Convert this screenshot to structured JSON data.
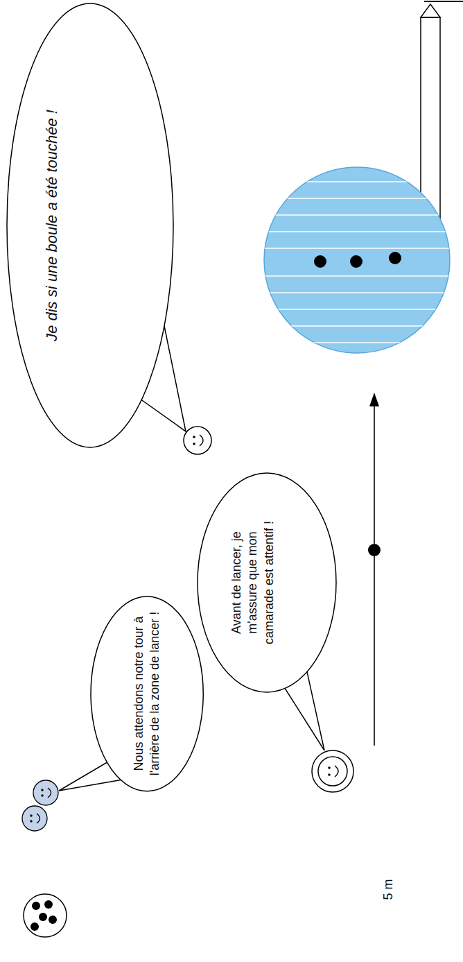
{
  "diagram": {
    "nodes": [
      {
        "text": [
          "Je dis si une boule a été touchée !"
        ]
      },
      {
        "text": [
          "Avant de lancer, je m'assure que mon camarade est attentif !"
        ]
      },
      {
        "text": [
          "Nous attendons notre tour à l'arrière de la zone de lancer !"
        ]
      }
    ],
    "labels": [
      "5 m"
    ]
  }
}
